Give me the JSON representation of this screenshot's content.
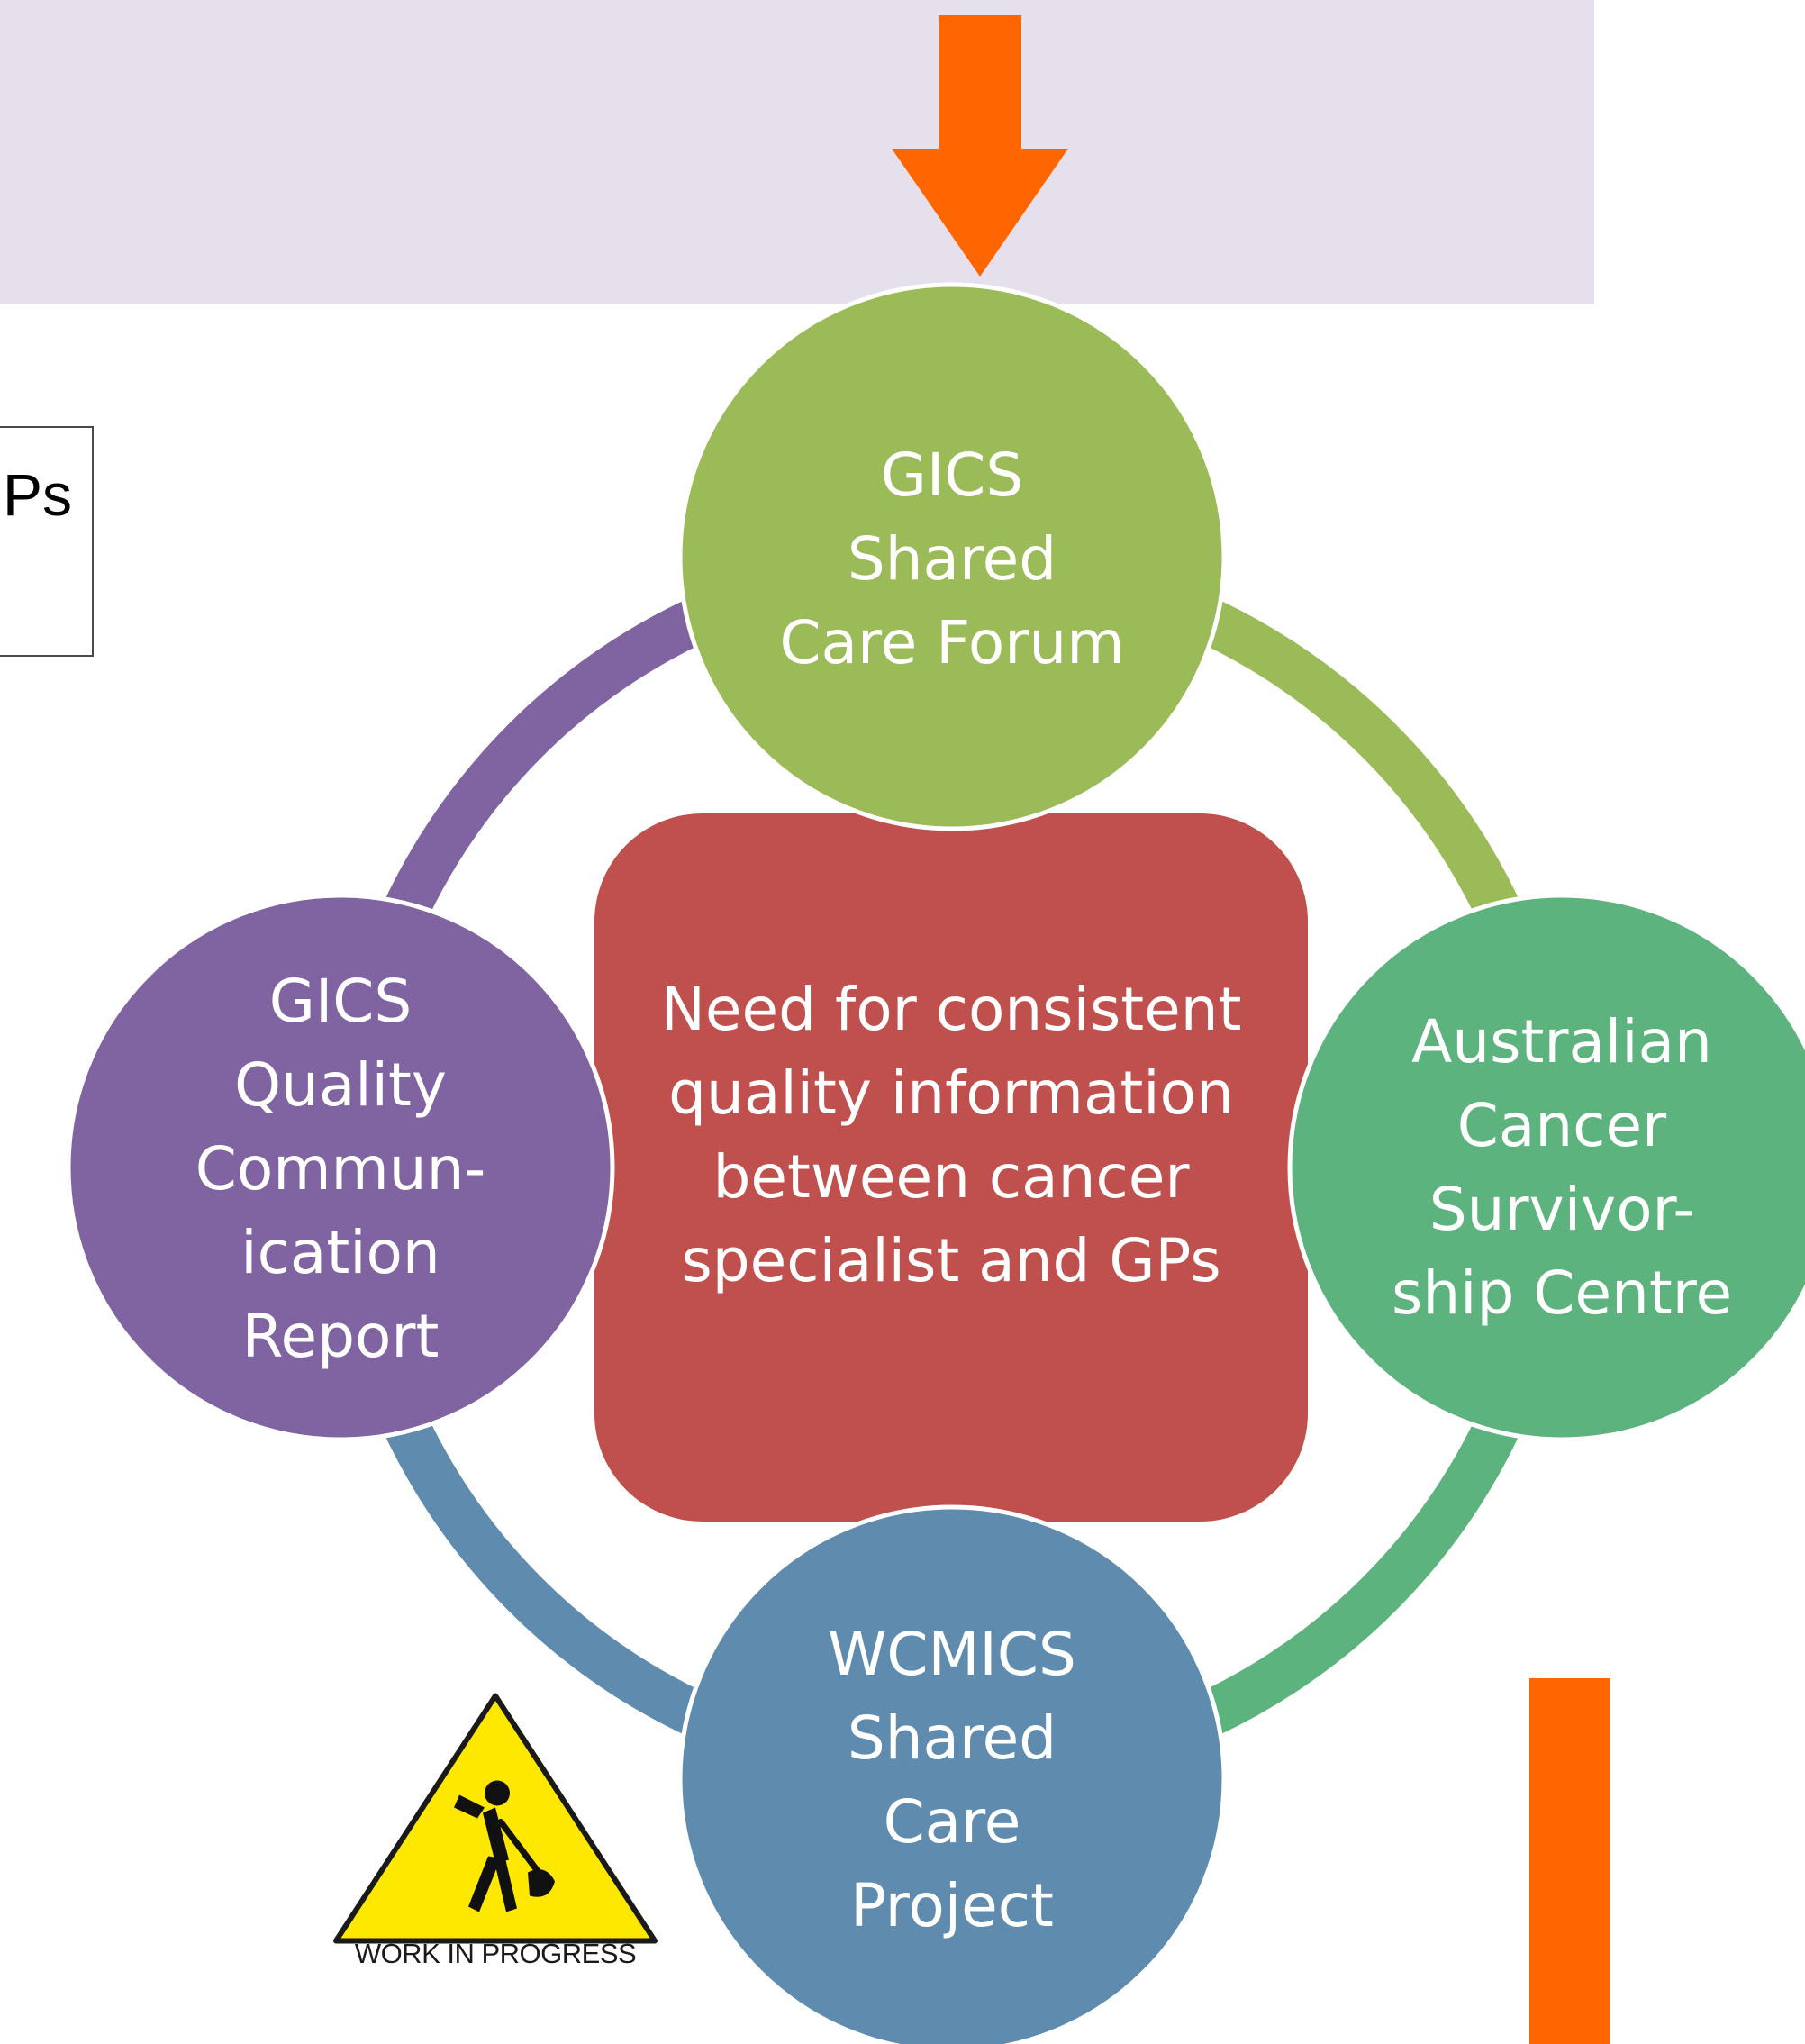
{
  "side_box": {
    "text": "Ps"
  },
  "central_box": {
    "lines": [
      "Need for consistent",
      "quality information",
      "between cancer",
      "specialist and GPs"
    ]
  },
  "nodes": {
    "top": {
      "lines": [
        "GICS",
        "Shared",
        "Care Forum"
      ]
    },
    "right": {
      "lines": [
        "Australian",
        "Cancer",
        "Survivor-",
        "ship Centre"
      ]
    },
    "bottom": {
      "lines": [
        "WCMICS",
        "Shared",
        "Care",
        "Project"
      ]
    },
    "left": {
      "lines": [
        "GICS",
        "Quality",
        "Commun-",
        "ication",
        "Report"
      ]
    }
  },
  "sign": {
    "label": "WORK IN PROGRESS"
  },
  "colors": {
    "banner": "#e6e0ec",
    "arrow": "#ff6600",
    "central": "#c0504d",
    "node_top": "#9bbb59",
    "node_right": "#5cb37d",
    "node_bottom": "#5f8cae",
    "node_left": "#8064a2",
    "sign_yellow": "#ffe800"
  },
  "icons": [
    "down-arrow-icon",
    "work-in-progress-sign-icon",
    "digging-worker-icon"
  ]
}
